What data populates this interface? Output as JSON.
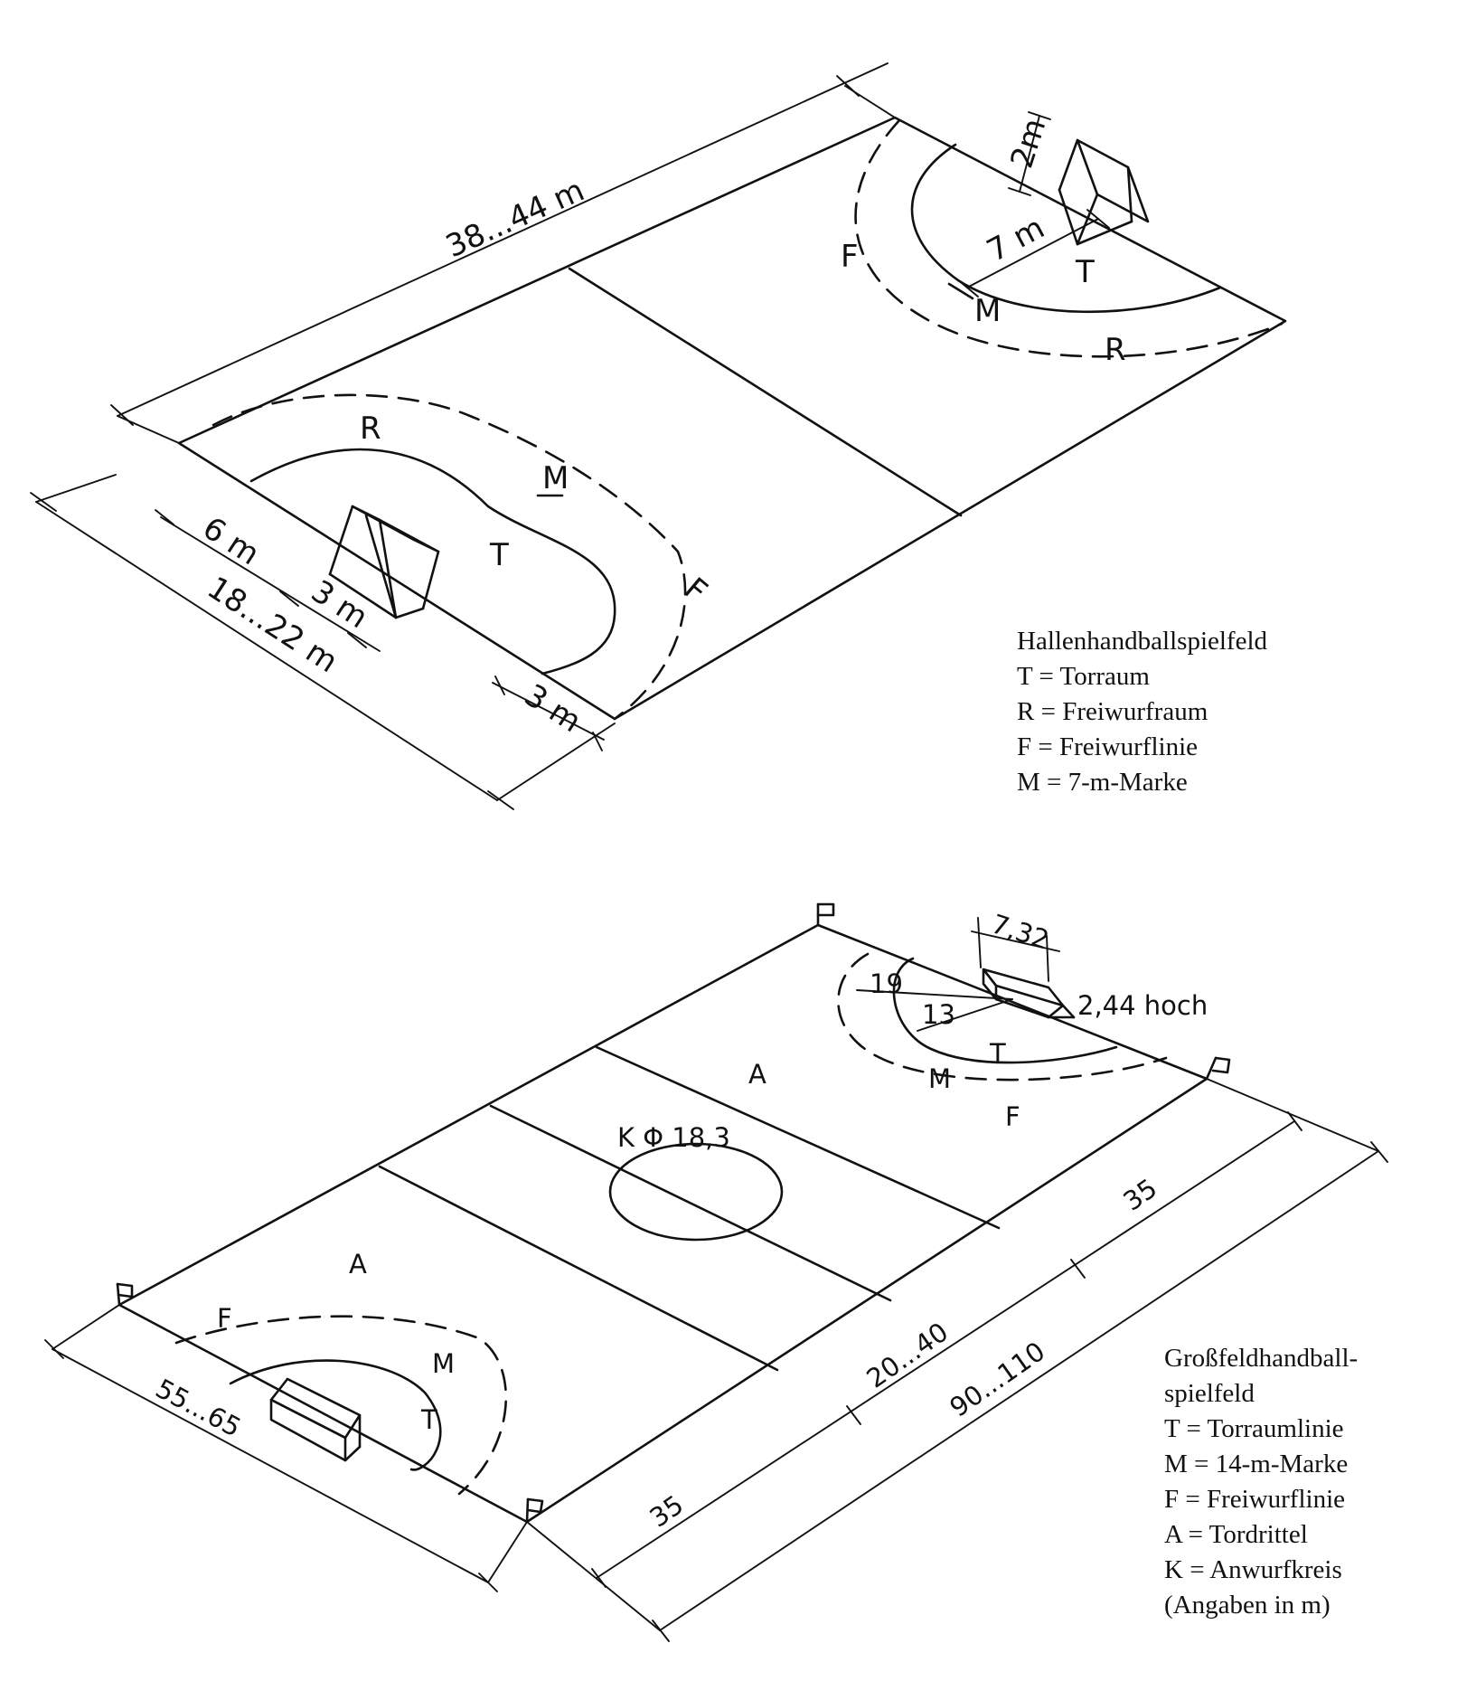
{
  "halle": {
    "labels": {
      "length": "38...44 m",
      "width": "18...22 m",
      "goal_area_radius": "6 m",
      "goal_width": "3 m",
      "free_throw_gap": "3 m",
      "penalty_mark_distance": "7 m",
      "goal_post_height": "2m",
      "zone_t": "T",
      "zone_r": "R",
      "zone_f": "F",
      "zone_m": "M"
    },
    "legend": {
      "title": "Hallenhandballspielfeld",
      "lines": [
        "T = Torraum",
        "R = Freiwurfraum",
        "F = Freiwurflinie",
        "M = 7-m-Marke"
      ]
    }
  },
  "gross": {
    "labels": {
      "goal_width": "7,32",
      "goal_height": "2,44 hoch",
      "radius_outer": "19",
      "radius_inner": "13",
      "center_circle": "K Φ 18,3",
      "third": "35",
      "middle": "20...40",
      "length": "90...110",
      "width": "55...65",
      "zone_a": "A",
      "zone_t": "T",
      "zone_m": "M",
      "zone_f": "F"
    },
    "legend": {
      "title_line1": "Großfeldhandball-",
      "title_line2": "spielfeld",
      "lines": [
        "T = Torraumlinie",
        "M = 14-m-Marke",
        "F = Freiwurflinie",
        "A = Tordrittel",
        "K = Anwurfkreis",
        "(Angaben in m)"
      ]
    }
  }
}
